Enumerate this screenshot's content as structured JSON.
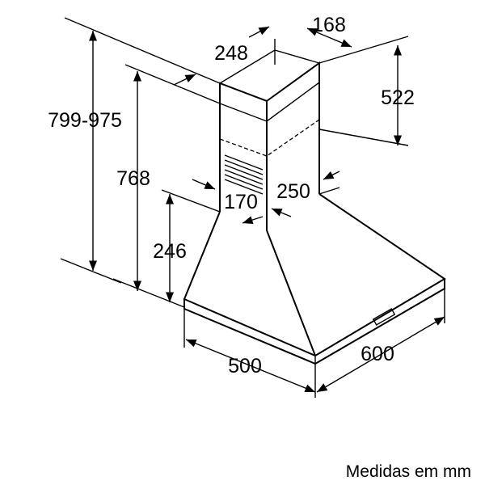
{
  "dimensions": {
    "total_height": "799-975",
    "hood_height_with_chimney_min": "768",
    "canopy_height": "246",
    "chimney_upper_height": "522",
    "chimney_width_top": "248",
    "chimney_depth_top": "168",
    "chimney_width_lower": "170",
    "chimney_depth_lower": "250",
    "hood_depth": "500",
    "hood_width": "600"
  },
  "caption": "Medidas em mm"
}
